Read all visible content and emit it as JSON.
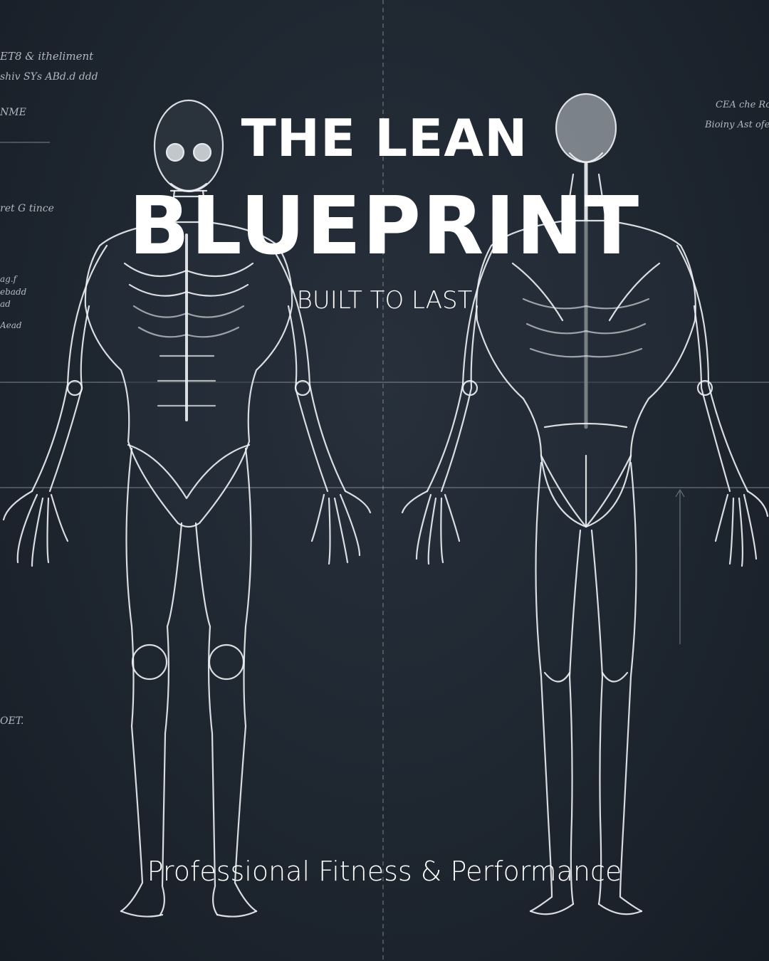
{
  "title_line1": "THE LEAN",
  "title_line2": "BLUEPRINT",
  "subtitle": "BUILT TO LAST",
  "tagline": "Professional Fitness & Performance",
  "colors": {
    "background": "#1f2731",
    "line_art": "#e8ecf0",
    "text": "#ffffff"
  }
}
